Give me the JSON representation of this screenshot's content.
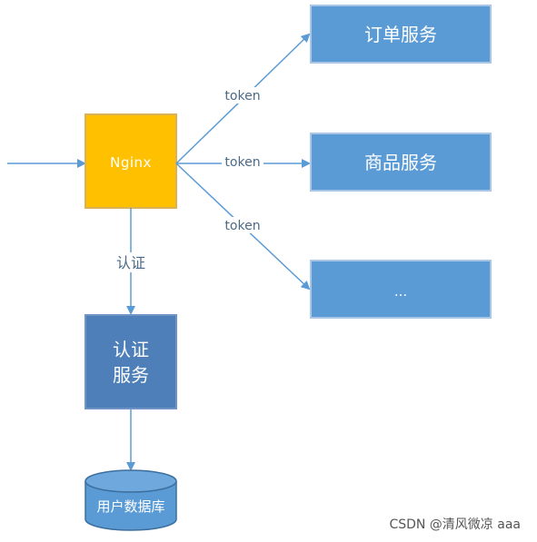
{
  "nodes": {
    "nginx": "Nginx",
    "order_service": "订单服务",
    "product_service": "商品服务",
    "more_services": "...",
    "auth_service_line1": "认证",
    "auth_service_line2": "服务",
    "user_db": "用户数据库"
  },
  "edges": {
    "token_to_order": "token",
    "token_to_product": "token",
    "token_to_more": "token",
    "auth_edge": "认证"
  },
  "watermark": "CSDN @清风微凉 aaa",
  "colors": {
    "nginx_fill": "#FFC000",
    "nginx_border": "#C8A13A",
    "service_fill": "#5B9BD5",
    "service_border": "#8FB5DC",
    "auth_fill": "#4E7FB8",
    "arrow": "#5B9BD5"
  }
}
